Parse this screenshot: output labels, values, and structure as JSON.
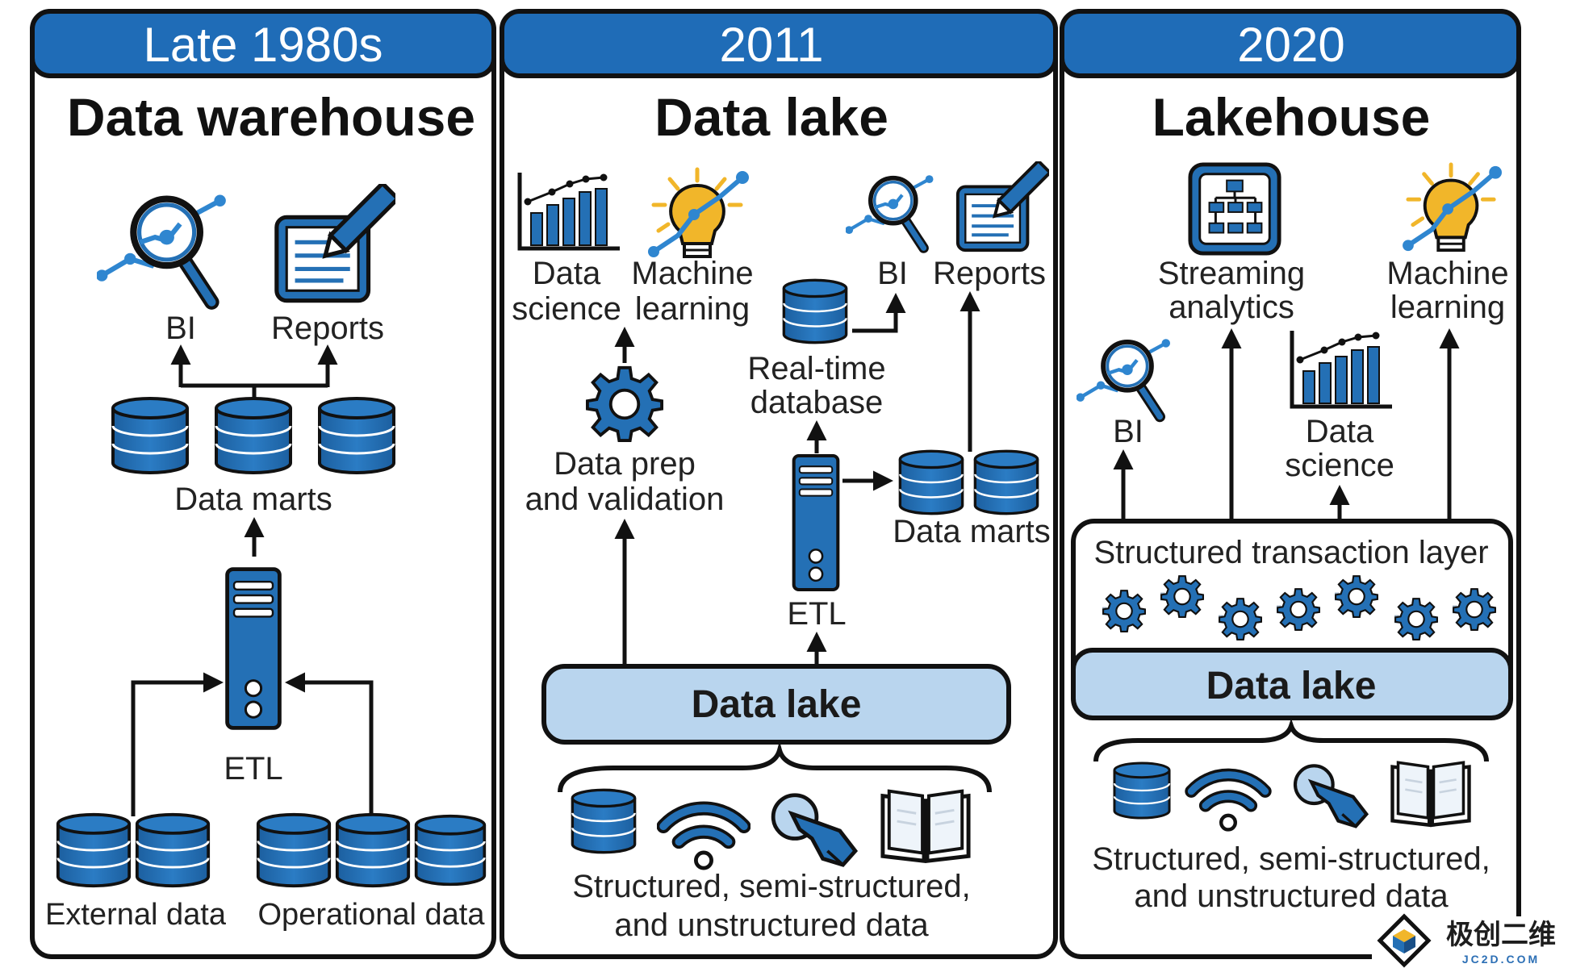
{
  "panels": [
    {
      "era": "Late 1980s",
      "title": "Data warehouse",
      "labels": {
        "bi": "BI",
        "reports": "Reports",
        "data_marts": "Data marts",
        "etl": "ETL",
        "external_data": "External data",
        "operational_data": "Operational data"
      }
    },
    {
      "era": "2011",
      "title": "Data lake",
      "labels": {
        "data_science_1": "Data",
        "data_science_2": "science",
        "ml_1": "Machine",
        "ml_2": "learning",
        "bi": "BI",
        "reports": "Reports",
        "realtime_1": "Real-time",
        "realtime_2": "database",
        "prep_1": "Data prep",
        "prep_2": "and validation",
        "data_marts": "Data marts",
        "etl": "ETL",
        "data_lake": "Data lake",
        "sources_1": "Structured, semi-structured,",
        "sources_2": "and unstructured data"
      }
    },
    {
      "era": "2020",
      "title": "Lakehouse",
      "labels": {
        "streaming_1": "Streaming",
        "streaming_2": "analytics",
        "ml_1": "Machine",
        "ml_2": "learning",
        "bi": "BI",
        "data_science_1": "Data",
        "data_science_2": "science",
        "transaction_layer": "Structured transaction layer",
        "data_lake": "Data lake",
        "sources_1": "Structured, semi-structured,",
        "sources_2": "and unstructured data"
      }
    }
  ],
  "watermark": {
    "brand": "极创二维",
    "domain": "JC2D.COM"
  },
  "colors": {
    "header_blue": "#1f6cb7",
    "icon_blue": "#2470b5",
    "light_blue": "#b9d5ee",
    "outline": "#111111"
  }
}
